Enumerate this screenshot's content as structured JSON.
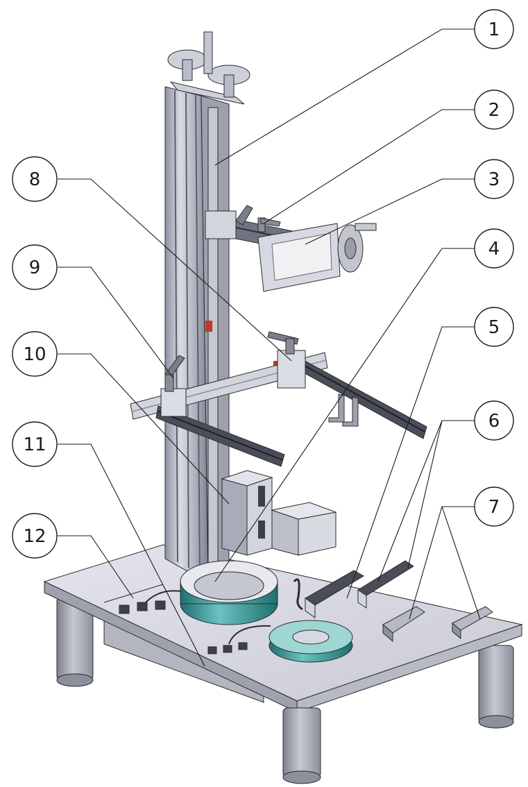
{
  "callouts": [
    {
      "id": "1",
      "label": "1"
    },
    {
      "id": "2",
      "label": "2"
    },
    {
      "id": "3",
      "label": "3"
    },
    {
      "id": "4",
      "label": "4"
    },
    {
      "id": "5",
      "label": "5"
    },
    {
      "id": "6",
      "label": "6"
    },
    {
      "id": "7",
      "label": "7"
    },
    {
      "id": "8",
      "label": "8"
    },
    {
      "id": "9",
      "label": "9"
    },
    {
      "id": "10",
      "label": "10"
    },
    {
      "id": "11",
      "label": "11"
    },
    {
      "id": "12",
      "label": "12"
    }
  ],
  "colors": {
    "metal_light": "#d9dbe3",
    "metal_mid": "#b9bcc8",
    "metal_dark": "#8d90a0",
    "rail_dark": "#3c3f48",
    "plate_top": "#d7d8e2",
    "leg": "#a8abb6",
    "ring_teal": "#2f9a9a",
    "ring_teal_light": "#8fd0cf",
    "line": "#1a1a1a"
  }
}
